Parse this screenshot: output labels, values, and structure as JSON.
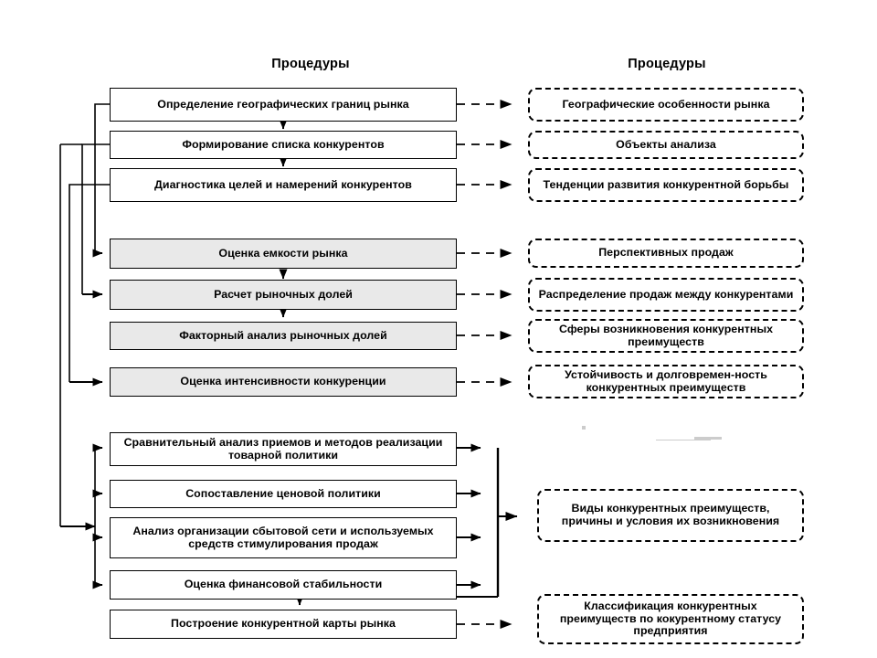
{
  "headers": {
    "left": "Процедуры",
    "right": "Процедуры"
  },
  "colors": {
    "stroke": "#000000",
    "shade_fill": "#e9e9e9",
    "background": "#ffffff"
  },
  "left_column": [
    {
      "id": "geo-borders",
      "text": "Определение географических границ рынка",
      "shaded": false
    },
    {
      "id": "competitor-list",
      "text": "Формирование списка конкурентов",
      "shaded": false
    },
    {
      "id": "goals-diagnostics",
      "text": "Диагностика целей и намерений конкурентов",
      "shaded": false
    },
    {
      "id": "market-capacity",
      "text": "Оценка емкости рынка",
      "shaded": true
    },
    {
      "id": "market-shares",
      "text": "Расчет рыночных долей",
      "shaded": true
    },
    {
      "id": "factor-analysis",
      "text": "Факторный анализ рыночных долей",
      "shaded": true
    },
    {
      "id": "competition-intensity",
      "text": "Оценка интенсивности конкуренции",
      "shaded": true
    },
    {
      "id": "product-policy",
      "text": "Сравнительный анализ приемов и методов реализации товарной политики",
      "shaded": false
    },
    {
      "id": "price-policy",
      "text": "Сопоставление ценовой политики",
      "shaded": false
    },
    {
      "id": "sales-network",
      "text": "Анализ организации сбытовой сети и используемых средств стимулирования продаж",
      "shaded": false
    },
    {
      "id": "financial-stability",
      "text": "Оценка финансовой стабильности",
      "shaded": false
    },
    {
      "id": "competitive-map",
      "text": "Построение конкурентной карты рынка",
      "shaded": false
    }
  ],
  "right_column": [
    {
      "id": "geo-features",
      "text": "Географические особенности рынка"
    },
    {
      "id": "analysis-objects",
      "text": "Объекты анализа"
    },
    {
      "id": "competition-trends",
      "text": "Тенденции развития конкурентной борьбы"
    },
    {
      "id": "prospective-sales",
      "text": "Перспективных продаж"
    },
    {
      "id": "sales-distribution",
      "text": "Распределение продаж между конкурентами"
    },
    {
      "id": "advantage-spheres",
      "text": "Сферы возникновения конкурентных преимуществ"
    },
    {
      "id": "advantage-durability",
      "text": "Устойчивость и долговремен-ность конкурентных преимуществ"
    },
    {
      "id": "advantage-types",
      "text": "Виды конкурентных преимуществ, причины и условия их возникновения"
    },
    {
      "id": "advantage-classification",
      "text": "Классификация конкурентных преимуществ по кокурентному статусу предприятия"
    }
  ]
}
